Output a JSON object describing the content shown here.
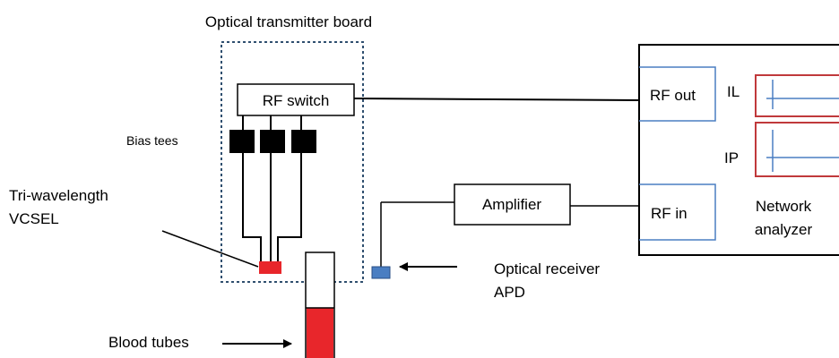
{
  "labels": {
    "board_title": "Optical transmitter board",
    "rf_switch": "RF switch",
    "bias_tees": "Bias tees",
    "vcsel_line1": "Tri-wavelength",
    "vcsel_line2": "VCSEL",
    "amplifier": "Amplifier",
    "receiver_line1": "Optical receiver",
    "receiver_line2": "APD",
    "blood_tubes": "Blood tubes",
    "rf_out": "RF out",
    "rf_in": "RF in",
    "il": "IL",
    "ip": "IP",
    "analyzer_line1": "Network",
    "analyzer_line2": "analyzer"
  },
  "colors": {
    "board_border": "#2f4f6f",
    "port_border": "#4a7ec2",
    "plot_border": "#c0393b",
    "plot_axes": "#4a7ec2",
    "vcsel": "#e8262b",
    "blood": "#e8262b",
    "apd": "#4a7ec2",
    "bias_tee": "#000000"
  }
}
